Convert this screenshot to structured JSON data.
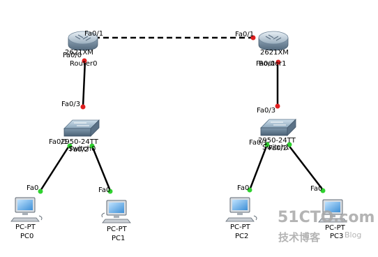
{
  "devices": {
    "router0": {
      "model": "2621XM",
      "name": "Router0"
    },
    "router1": {
      "model": "2621XM",
      "name": "Router1"
    },
    "switch0": {
      "model": "2950-24TT",
      "name": "Switch0"
    },
    "switch1": {
      "model": "2950-24TT",
      "name": "Switch1"
    },
    "pc0": {
      "type": "PC-PT",
      "name": "PC0"
    },
    "pc1": {
      "type": "PC-PT",
      "name": "PC1"
    },
    "pc2": {
      "type": "PC-PT",
      "name": "PC2"
    },
    "pc3": {
      "type": "PC-PT",
      "name": "PC3"
    }
  },
  "ports": {
    "r0_fa01": "Fa0/1",
    "r0_fa00": "Fa0/0",
    "r1_fa01": "Fa0/1",
    "r1_fa00": "Fa0/0",
    "s0_fa03": "Fa0/3",
    "s0_fa01": "Fa0/1",
    "s0_fa02": "Fa0/2",
    "s1_fa03": "Fa0/3",
    "s1_fa01": "Fa0/1",
    "s1_fa02": "Fa0/2",
    "pc0_fa0": "Fa0",
    "pc1_fa0": "Fa0",
    "pc2_fa0": "Fa0",
    "pc3_fa0": "Fa0"
  },
  "links": {
    "router_to_router_style": "dashed",
    "other_links_style": "solid",
    "link_color": "#000000",
    "status_up_color": "#2fd12f",
    "status_down_color": "#e02020"
  },
  "watermark": {
    "site": "51CTO.com",
    "tagline": "技术博客",
    "blog": "Blog"
  }
}
